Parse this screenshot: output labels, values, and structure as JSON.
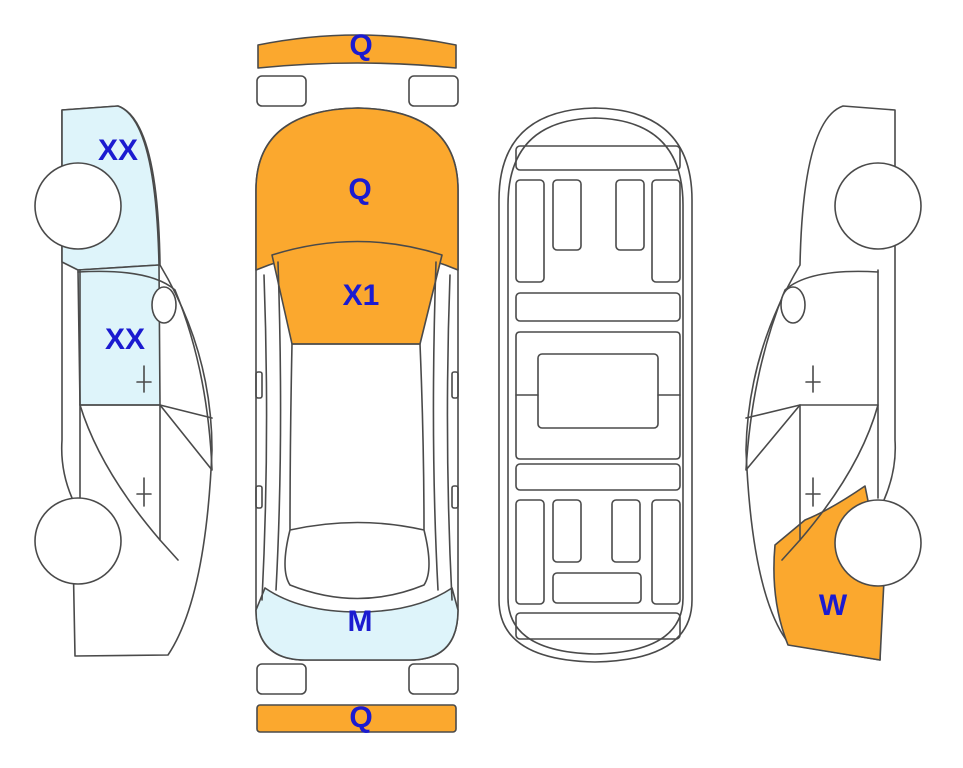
{
  "colors": {
    "outline": "#4a4a4a",
    "q": "#fba82e",
    "x": "#def4fa",
    "label": "#1b1bd0"
  },
  "labels": {
    "front_bumper": "Q",
    "hood": "Q",
    "windshield": "X1",
    "rear_glass": "M",
    "rear_bumper": "Q",
    "left_front": "XX",
    "left_door": "XX",
    "right_rear": "W"
  }
}
